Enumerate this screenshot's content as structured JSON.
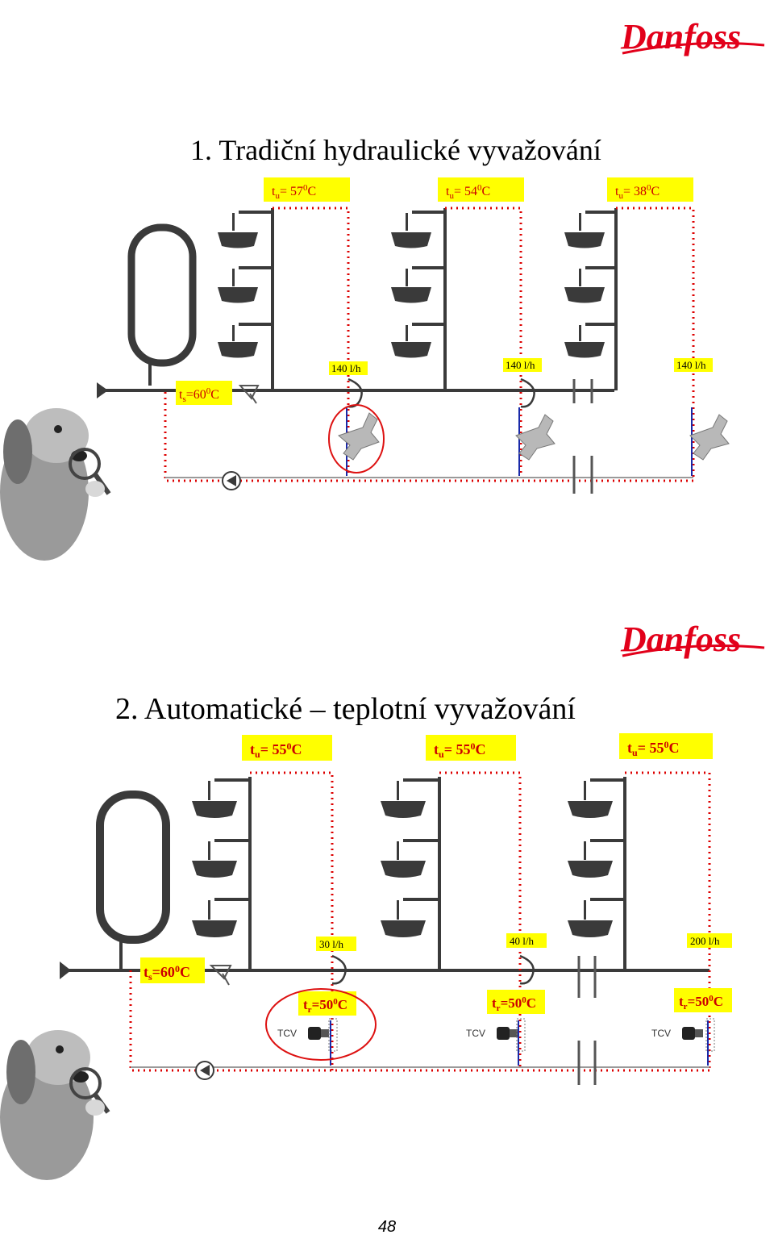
{
  "brand": {
    "logo_text": "Danfoss",
    "color": "#e2001a"
  },
  "colors": {
    "label_fill": "#ffff00",
    "label_text": "#cc0000",
    "pipe": "#3a3a3a",
    "hot_dots": "#dd0000",
    "ring": "#dd1111",
    "blue": "#1a2aa8"
  },
  "slide1": {
    "title": "1. Tradiční hydraulické vyvažování",
    "riser_temps": [
      {
        "var": "t",
        "sub": "u",
        "value": "= 57",
        "sup": "0",
        "unit": "C"
      },
      {
        "var": "t",
        "sub": "u",
        "value": "= 54",
        "sup": "0",
        "unit": "C"
      },
      {
        "var": "t",
        "sub": "u",
        "value": "= 38",
        "sup": "0",
        "unit": "C"
      }
    ],
    "flows": [
      "140 l/h",
      "140 l/h",
      "140 l/h"
    ],
    "supply_temp": {
      "var": "t",
      "sub": "s",
      "value": "=60",
      "sup": "0",
      "unit": "C"
    }
  },
  "slide2": {
    "title": "2. Automatické – teplotní vyvažování",
    "riser_temps": [
      {
        "var": "t",
        "sub": "u",
        "value": "= 55",
        "sup": "0",
        "unit": "C"
      },
      {
        "var": "t",
        "sub": "u",
        "value": "= 55",
        "sup": "0",
        "unit": "C"
      },
      {
        "var": "t",
        "sub": "u",
        "value": "= 55",
        "sup": "0",
        "unit": "C"
      }
    ],
    "flows": [
      "30 l/h",
      "40 l/h",
      "200 l/h"
    ],
    "supply_temp": {
      "var": "t",
      "sub": "s",
      "value": "=60",
      "sup": "0",
      "unit": "C"
    },
    "return_temps": [
      {
        "var": "t",
        "sub": "r",
        "value": "=50",
        "sup": "0",
        "unit": "C"
      },
      {
        "var": "t",
        "sub": "r",
        "value": "=50",
        "sup": "0",
        "unit": "C"
      },
      {
        "var": "t",
        "sub": "r",
        "value": "=50",
        "sup": "0",
        "unit": "C"
      }
    ],
    "valve_label": "TCV"
  },
  "page_number": "48",
  "icons": [
    "danfoss-logo",
    "boiler-tank-icon",
    "bathtub-icon",
    "pump-icon",
    "balancing-valve-icon",
    "tcv-valve-icon",
    "strainer-icon",
    "dog-detective-mascot-icon"
  ]
}
